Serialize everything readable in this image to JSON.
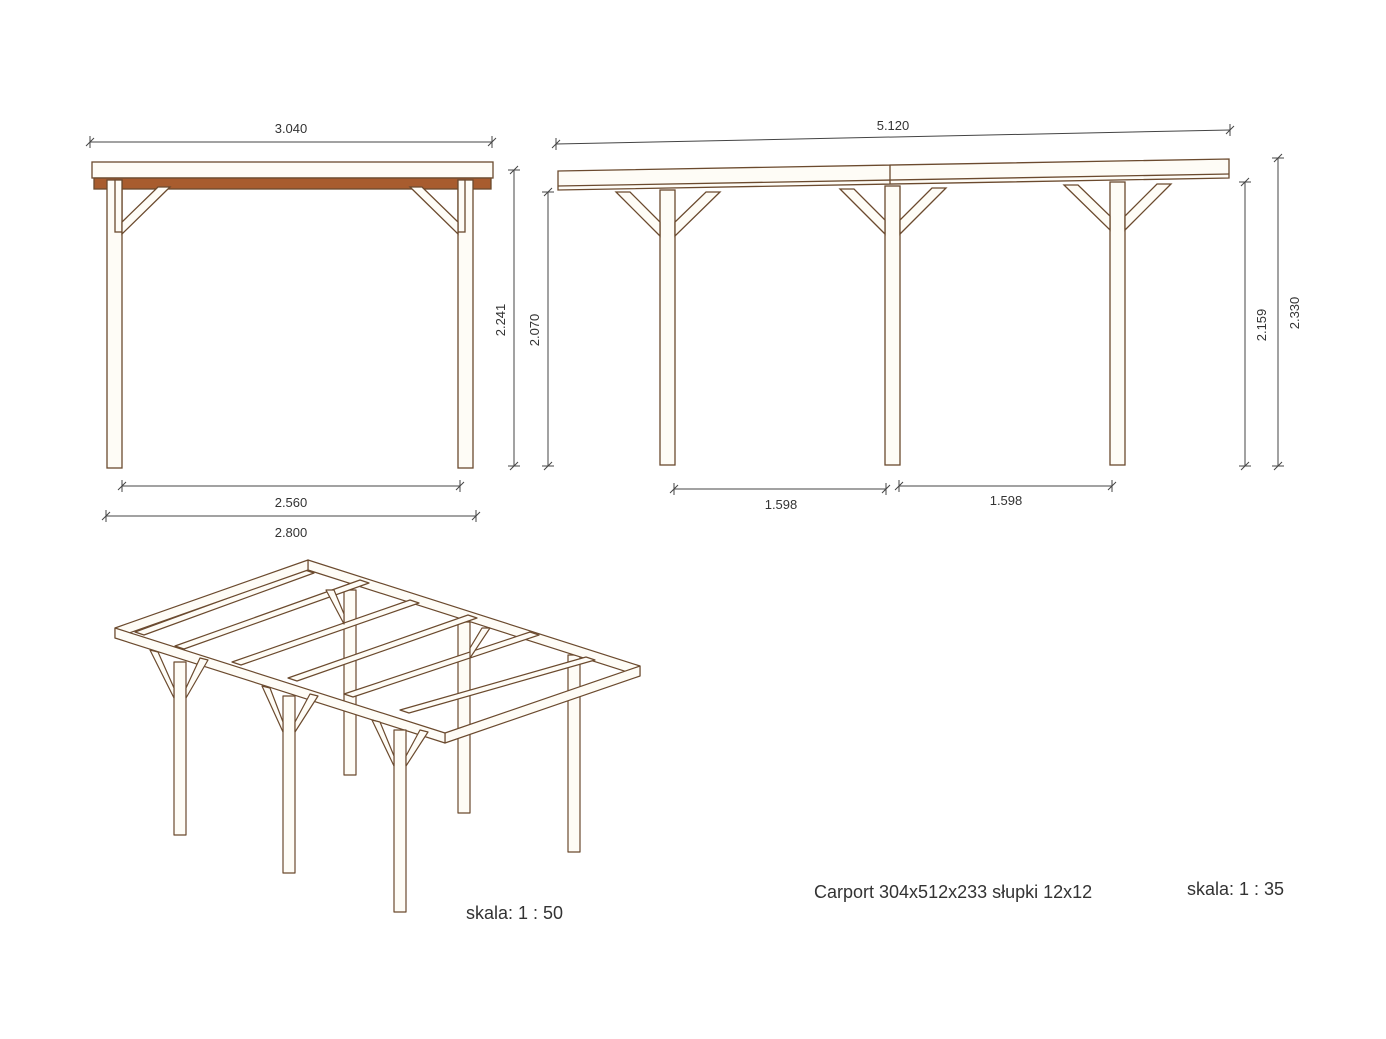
{
  "title": "Carport 304x512x233 słupki 12x12",
  "scale_labels": {
    "axonometric": "skala:  1 : 50",
    "elevations": "skala:  1 : 35"
  },
  "front_view": {
    "roof_width": "3.040",
    "post_height": "2.241",
    "inner_span": "2.560",
    "outer_span": "2.800"
  },
  "side_view": {
    "roof_length": "5.120",
    "front_post_height": "2.070",
    "rear_post_height": "2.159",
    "total_height": "2.330",
    "post_spacing_1": "1.598",
    "post_spacing_2": "1.598"
  },
  "colors": {
    "wood_outline": "#6b4a2e",
    "wood_fill": "#fefcf6",
    "beam_brown": "#a85c2e",
    "dim_line": "#444444"
  }
}
